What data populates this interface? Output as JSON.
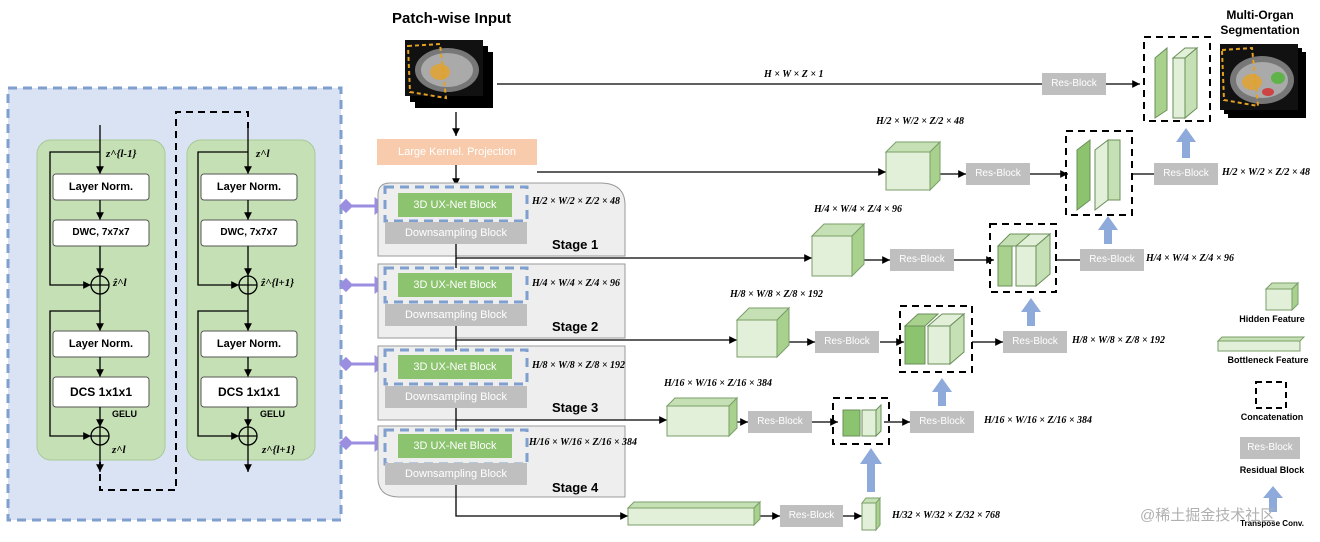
{
  "header": {
    "input_title": "Patch-wise Input",
    "output_title_line1": "Multi-Organ",
    "output_title_line2": "Segmentation"
  },
  "projection": {
    "label": "Large Kernel. Projection"
  },
  "block_detail": {
    "col1": {
      "input": "z^{l-1}",
      "layer_norm_1": "Layer Norm.",
      "dwc": "DWC, 7x7x7",
      "mid": "ẑ^l",
      "layer_norm_2": "Layer Norm.",
      "dcs": "DCS 1x1x1",
      "gelu": "GELU",
      "output": "z^l"
    },
    "col2": {
      "input": "z^l",
      "layer_norm_1": "Layer Norm.",
      "dwc": "DWC, 7x7x7",
      "mid": "ẑ^{l+1}",
      "layer_norm_2": "Layer Norm.",
      "dcs": "DCS 1x1x1",
      "gelu": "GELU",
      "output": "z^{l+1}"
    }
  },
  "stages": [
    {
      "name": "Stage 1",
      "uxnet": "3D UX-Net Block",
      "down": "Downsampling Block",
      "dim": "H/2 × W/2 × Z/2 × 48"
    },
    {
      "name": "Stage 2",
      "uxnet": "3D UX-Net Block",
      "down": "Downsampling Block",
      "dim": "H/4 × W/4 × Z/4 × 96"
    },
    {
      "name": "Stage 3",
      "uxnet": "3D UX-Net Block",
      "down": "Downsampling Block",
      "dim": "H/8 × W/8 × Z/8 × 192"
    },
    {
      "name": "Stage 4",
      "uxnet": "3D UX-Net Block",
      "down": "Downsampling Block",
      "dim": "H/16 × W/16 × Z/16 × 384"
    }
  ],
  "top_dim": "H × W × Z × 1",
  "feature_dims": {
    "f48": "H/2 × W/2 × Z/2 × 48",
    "f96": "H/4 × W/4 × Z/4 × 96",
    "f192": "H/8 × W/8 × Z/8 × 192",
    "f384": "H/16 × W/16 × Z/16 × 384",
    "f768": "H/32 × W/32 × Z/32 × 768",
    "d48": "H/2 × W/2 × Z/2 × 48",
    "d96": "H/4 × W/4 × Z/4 × 96",
    "d192": "H/8 × W/8 × Z/8 × 192",
    "d384": "H/16 × W/16 × Z/16 × 384"
  },
  "resblock_label": "Res-Block",
  "legend": {
    "hidden": "Hidden Feature",
    "bottleneck": "Bottleneck Feature",
    "concat": "Concatenation",
    "resblock": "Res-Block",
    "residual": "Residual Block",
    "transpose": "Transpose Conv."
  },
  "watermark": "@稀土掘金技术社区",
  "colors": {
    "uxnet_green": "#8cc36e",
    "feature_green": "#e2efd9",
    "feature_dark": "#a9d18e",
    "resblock_gray": "#bfbfbf",
    "projection_orange": "#f8cbad",
    "arrow_blue": "#8eaadb",
    "detail_bg": "#dae3f3",
    "detail_col_bg": "#a9d18e"
  }
}
